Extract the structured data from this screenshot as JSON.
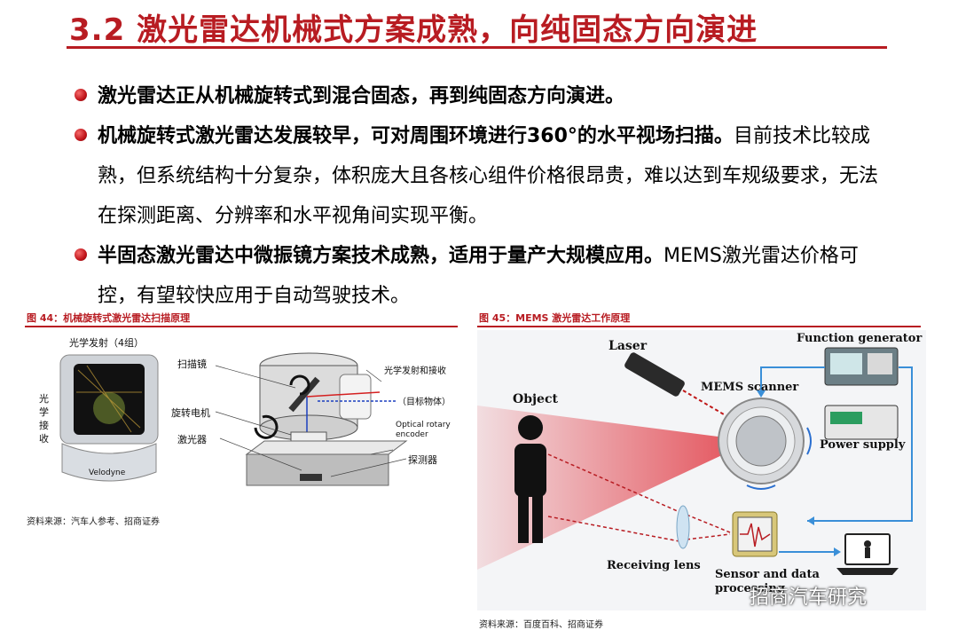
{
  "title": "3.2 激光雷达机械式方案成熟，向纯固态方向演进",
  "bullets": [
    {
      "bold": "激光雷达正从机械旋转式到混合固态，再到纯固态方向演进。",
      "normal": ""
    },
    {
      "bold": "机械旋转式激光雷达发展较早，可对周围环境进行360°的水平视场扫描。",
      "normal": "目前技术比较成熟，但系统结构十分复杂，体积庞大且各核心组件价格很昂贵，难以达到车规级要求，无法在探测距离、分辨率和水平视角间实现平衡。"
    },
    {
      "bold": "半固态激光雷达中微振镜方案技术成熟，适用于量产大规模应用。",
      "normal": "MEMS激光雷达价格可控，有望较快应用于自动驾驶技术。"
    }
  ],
  "fig44": {
    "caption": "图 44：机械旋转式激光雷达扫描原理",
    "source": "资料来源：汽车人参考、招商证券",
    "labels": {
      "emit": "光学发射（4组）",
      "receive": "光\n学\n接\n收",
      "brand": "Velodyne",
      "mirror": "扫描镜",
      "motor": "旋转电机",
      "laser": "激光器",
      "txrx": "光学发射和接收",
      "target": "（目标物体）",
      "encoder": "Optical rotary\nencoder",
      "detector": "探测器"
    }
  },
  "fig45": {
    "caption": "图 45：MEMS 激光雷达工作原理",
    "source": "资料来源：百度百科、招商证券",
    "labels": {
      "laser": "Laser",
      "function_gen": "Function generator",
      "object": "Object",
      "scanner": "MEMS scanner",
      "power": "Power supply",
      "lens": "Receiving lens",
      "sensor": "Sensor and data\nprocessing"
    }
  },
  "watermark": "招商汽车研究",
  "colors": {
    "accent": "#b81c22",
    "beam": "#e0303a",
    "flow": "#3a8fd8"
  }
}
